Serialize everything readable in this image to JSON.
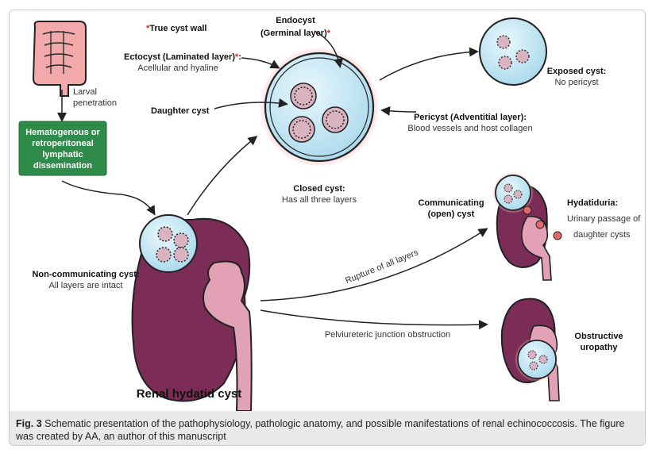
{
  "labels": {
    "true_cyst_wall_star": "*",
    "true_cyst_wall": "True cyst wall",
    "endocyst_title": "Endocyst",
    "endocyst_sub": "(Germinal layer)",
    "endocyst_star": "*",
    "ectocyst_title": "Ectocyst (Laminated layer)",
    "ectocyst_star": "*",
    "ectocyst_colon": ":",
    "ectocyst_desc": "Acellular and hyaline",
    "daughter_cyst": "Daughter cyst",
    "pericyst_title": "Pericyst (Adventitial layer):",
    "pericyst_desc": "Blood vessels and host collagen",
    "closed_cyst_title": "Closed cyst:",
    "closed_cyst_desc": "Has all three layers",
    "exposed_cyst_title": "Exposed cyst:",
    "exposed_cyst_desc": "No pericyst",
    "larval_1": "Larval",
    "larval_2": "penetration",
    "dissemination_1": "Hematogenous or",
    "dissemination_2": "retroperitoneal",
    "dissemination_3": "lymphatic",
    "dissemination_4": "dissemination",
    "noncomm_title": "Non-communicating cyst:",
    "noncomm_desc": "All layers are intact",
    "comm_title_1": "Communicating",
    "comm_title_2": "(open) cyst",
    "hydatiduria_title": "Hydatiduria:",
    "hydatiduria_desc_1": "Urinary passage of",
    "hydatiduria_desc_2": "daughter cysts",
    "rupture": "Rupture of all layers",
    "pelvi_obstruction": "Pelviureteric junction obstruction",
    "obstructive_1": "Obstructive",
    "obstructive_2": "uropathy",
    "renal_hydatid": "Renal hydatid cyst"
  },
  "caption": {
    "label": "Fig. 3",
    "text": "Schematic presentation of the pathophysiology, pathologic anatomy, and possible manifestations of renal echinococcosis. The figure was created by AA, an author of this manuscript"
  },
  "colors": {
    "kidney": "#7b2c57",
    "pelvis": "#e2a1b4",
    "cyst_fill": "#bfe4f2",
    "intestine": "#f2a9a9",
    "green_box": "#2e8b4a",
    "star_red": "#d7261e"
  }
}
